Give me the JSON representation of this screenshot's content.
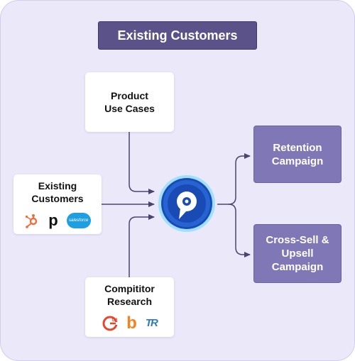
{
  "title": "Existing Customers",
  "inputs": {
    "product": "Product\nUse Cases",
    "existing": "Existing\nCustomers",
    "research": "Compititor\nResearch"
  },
  "existing_logos": {
    "hubspot": "hubspot-icon",
    "pipedrive": "p",
    "salesforce": "salesforce"
  },
  "research_logos": {
    "g2": "G2",
    "capterra": "b",
    "trustradius": "TR"
  },
  "hub_logo": "central-logo-icon",
  "outputs": {
    "retention": "Retention\nCampaign",
    "crosssell": "Cross-Sell &\nUpsell\nCampaign"
  },
  "colors": {
    "panel": "#ebe8fa",
    "title": "#5a5288",
    "output": "#7f77b6",
    "hub": "#1a4bb5",
    "arrow": "#4a4470"
  }
}
